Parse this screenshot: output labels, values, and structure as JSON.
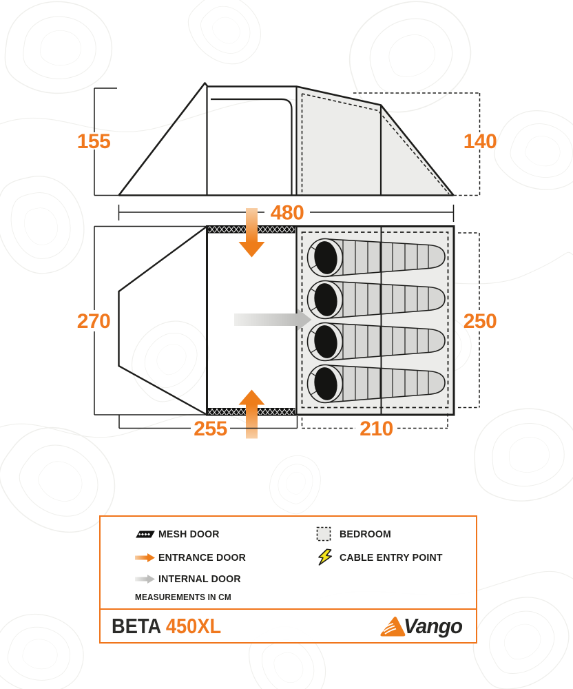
{
  "product": {
    "model_name": "BETA",
    "model_variant": "450XL",
    "brand": "Vango"
  },
  "elevation_view": {
    "dim_left_height": "155",
    "dim_right_height": "140"
  },
  "floor_plan": {
    "dim_total_width": "480",
    "dim_left_depth": "270",
    "dim_bedroom_depth": "250",
    "dim_living_width": "255",
    "dim_bedroom_width": "210",
    "sleeping_bag_count": 4
  },
  "legend": {
    "items_left": [
      {
        "icon": "mesh-door-icon",
        "label": "MESH DOOR"
      },
      {
        "icon": "entrance-door-arrow-icon",
        "label": "ENTRANCE DOOR"
      },
      {
        "icon": "internal-door-arrow-icon",
        "label": "INTERNAL DOOR"
      }
    ],
    "items_right": [
      {
        "icon": "bedroom-swatch-icon",
        "label": "BEDROOM"
      },
      {
        "icon": "cable-entry-icon",
        "label": "CABLE ENTRY POINT"
      }
    ],
    "note": "MEASUREMENTS IN CM"
  },
  "colors": {
    "accent_orange": "#F0781E",
    "line_dark": "#1D1D1B",
    "bedroom_fill": "#ECECEA",
    "cable_yellow": "#F4E41C",
    "contour_gray": "#EFEFEC"
  },
  "units": "cm"
}
